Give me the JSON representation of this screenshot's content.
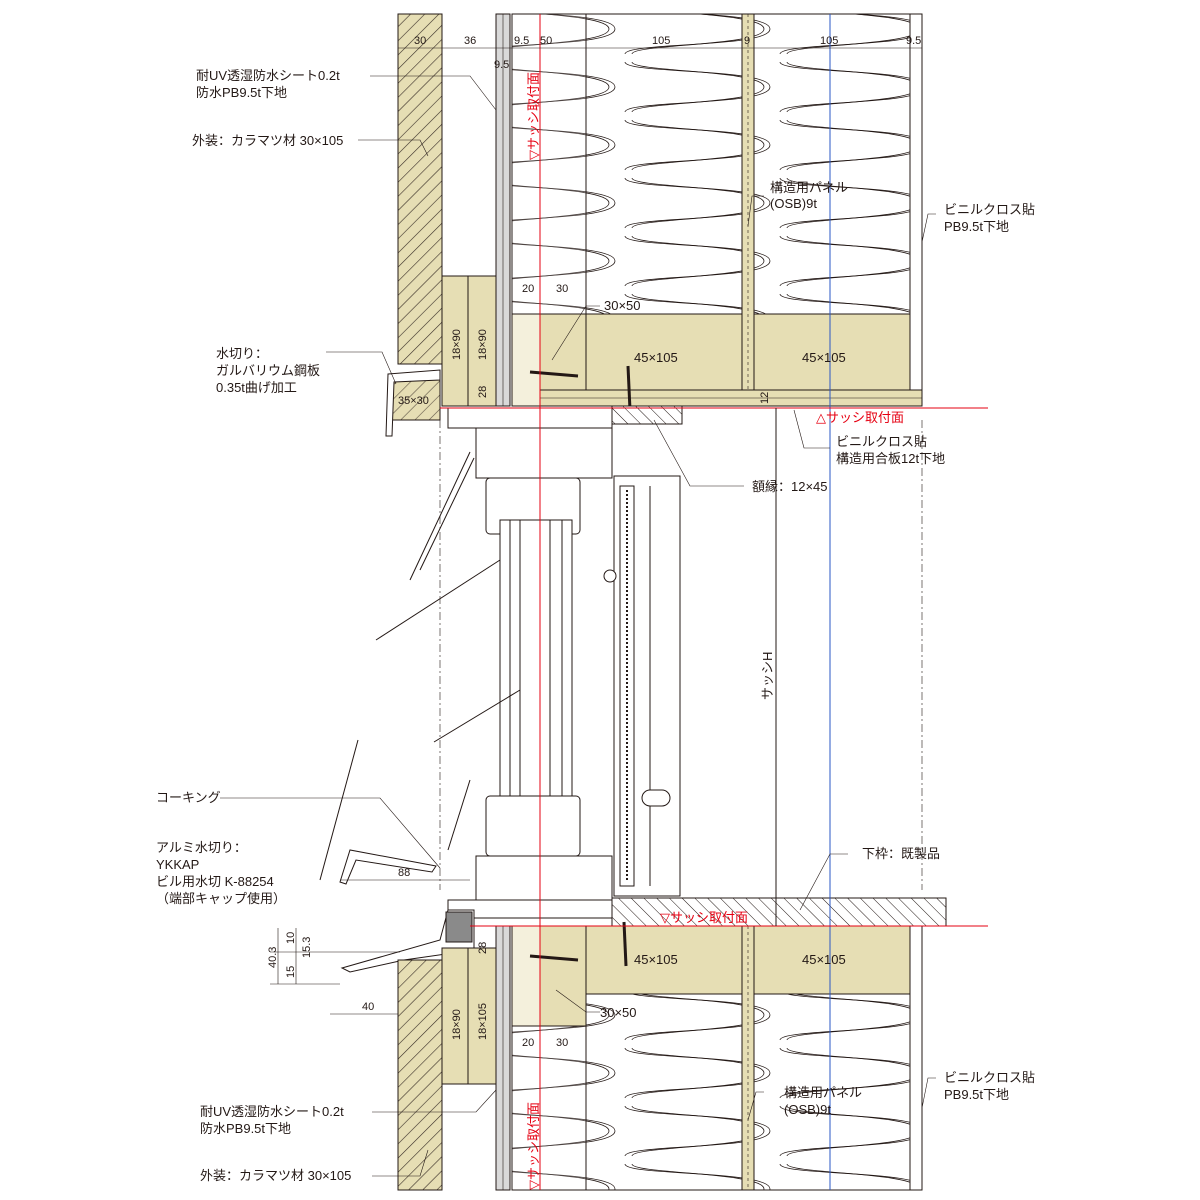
{
  "colors": {
    "wood": "#e6deb4",
    "line": "#231815",
    "red": "#e60012",
    "blue": "#2a57c4",
    "gray": "#d9d9d9"
  },
  "dims_top": {
    "d30": "30",
    "d36": "36",
    "d9_5a": "9.5",
    "d50": "50",
    "d105a": "105",
    "d9": "9",
    "d105b": "105",
    "d9_5b": "9.5",
    "d9_5c": "9.5"
  },
  "labels": {
    "sheet_top_1": "耐UV透湿防水シート0.2t",
    "sheet_top_2": "防水PB9.5t下地",
    "exterior_top": "外装：カラマツ材 30×105",
    "panel_top_1": "構造用パネル",
    "panel_top_2": "(OSB)9t",
    "vinyl_top_1": "ビニルクロス貼",
    "vinyl_top_2": "PB9.5t下地",
    "d20_top": "20",
    "d30_top": "30",
    "bat_top": "30×50",
    "stud_top_l": "18×90",
    "stud_top_r": "18×90",
    "d28_top": "28",
    "beam_top_a": "45×105",
    "beam_top_b": "45×105",
    "d35x30": "35×30",
    "d12": "12",
    "flash_1": "水切り：",
    "flash_2": "ガルバリウム鋼板",
    "flash_3": "0.35t曲げ加工",
    "sash_face_v1": "▽サッシ取付面",
    "sash_face_top": "△サッシ取付面",
    "vinyl_mid_1": "ビニルクロス貼",
    "vinyl_mid_2": "構造用合板12t下地",
    "casing": "額縁：12×45",
    "sash_h": "サッシH",
    "caulking": "コーキング",
    "alum_1": "アルミ水切り：",
    "alum_2": "YKKAP",
    "alum_3": "ビル用水切 K-88254",
    "alum_4": "（端部キャップ使用）",
    "sill": "下枠：既製品",
    "sash_face_bottom": "▽サッシ取付面",
    "d88": "88",
    "d40_3": "40.3",
    "d10": "10",
    "d15_3": "15.3",
    "d15": "15",
    "d40": "40",
    "d28_bot": "28",
    "beam_bot_a": "45×105",
    "beam_bot_b": "45×105",
    "stud_bot_l": "18×90",
    "stud_bot_r": "18×105",
    "bat_bot": "30×50",
    "d20_bot": "20",
    "d30_bot": "30",
    "sash_face_v2": "▽サッシ取付面",
    "panel_bot_1": "構造用パネル",
    "panel_bot_2": "(OSB)9t",
    "vinyl_bot_1": "ビニルクロス貼",
    "vinyl_bot_2": "PB9.5t下地",
    "sheet_bot_1": "耐UV透湿防水シート0.2t",
    "sheet_bot_2": "防水PB9.5t下地",
    "exterior_bot": "外装：カラマツ材 30×105"
  }
}
